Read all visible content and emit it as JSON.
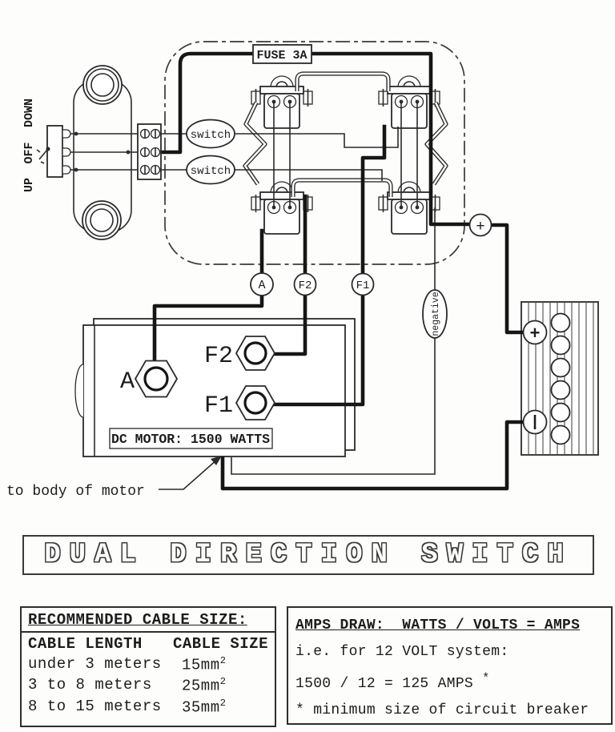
{
  "diagram": {
    "fuse": "FUSE 3A",
    "switch_upper": "switch",
    "switch_lower": "switch",
    "control": {
      "down": "DOWN",
      "off": "OFF",
      "up": "UP"
    },
    "wire_tags": {
      "a": "A",
      "f2": "F2",
      "f1": "F1"
    },
    "positive": "+",
    "negative": "negative",
    "battery": {
      "plus": "+"
    },
    "motor": {
      "a": "A",
      "f2": "F2",
      "f1": "F1",
      "plate": "DC MOTOR: 1500 WATTS"
    },
    "note": "to body of motor"
  },
  "banner": {
    "title": "DUAL DIRECTION SWITCH"
  },
  "cable_table": {
    "title": "RECOMMENDED CABLE SIZE:",
    "headers": {
      "length": "CABLE LENGTH",
      "size": "CABLE SIZE"
    },
    "rows": [
      {
        "length": "under 3 meters",
        "size": "15mm",
        "exp": "2"
      },
      {
        "length": "3 to 8 meters",
        "size": "25mm",
        "exp": "2"
      },
      {
        "length": "8 to 15 meters",
        "size": "35mm",
        "exp": "2"
      }
    ]
  },
  "amps_box": {
    "header": "AMPS DRAW:  WATTS / VOLTS = AMPS",
    "example": "i.e. for 12 VOLT system:",
    "formula": "1500 / 12 = 125 AMPS",
    "star": "*",
    "footnote": "* minimum size of circuit breaker"
  }
}
